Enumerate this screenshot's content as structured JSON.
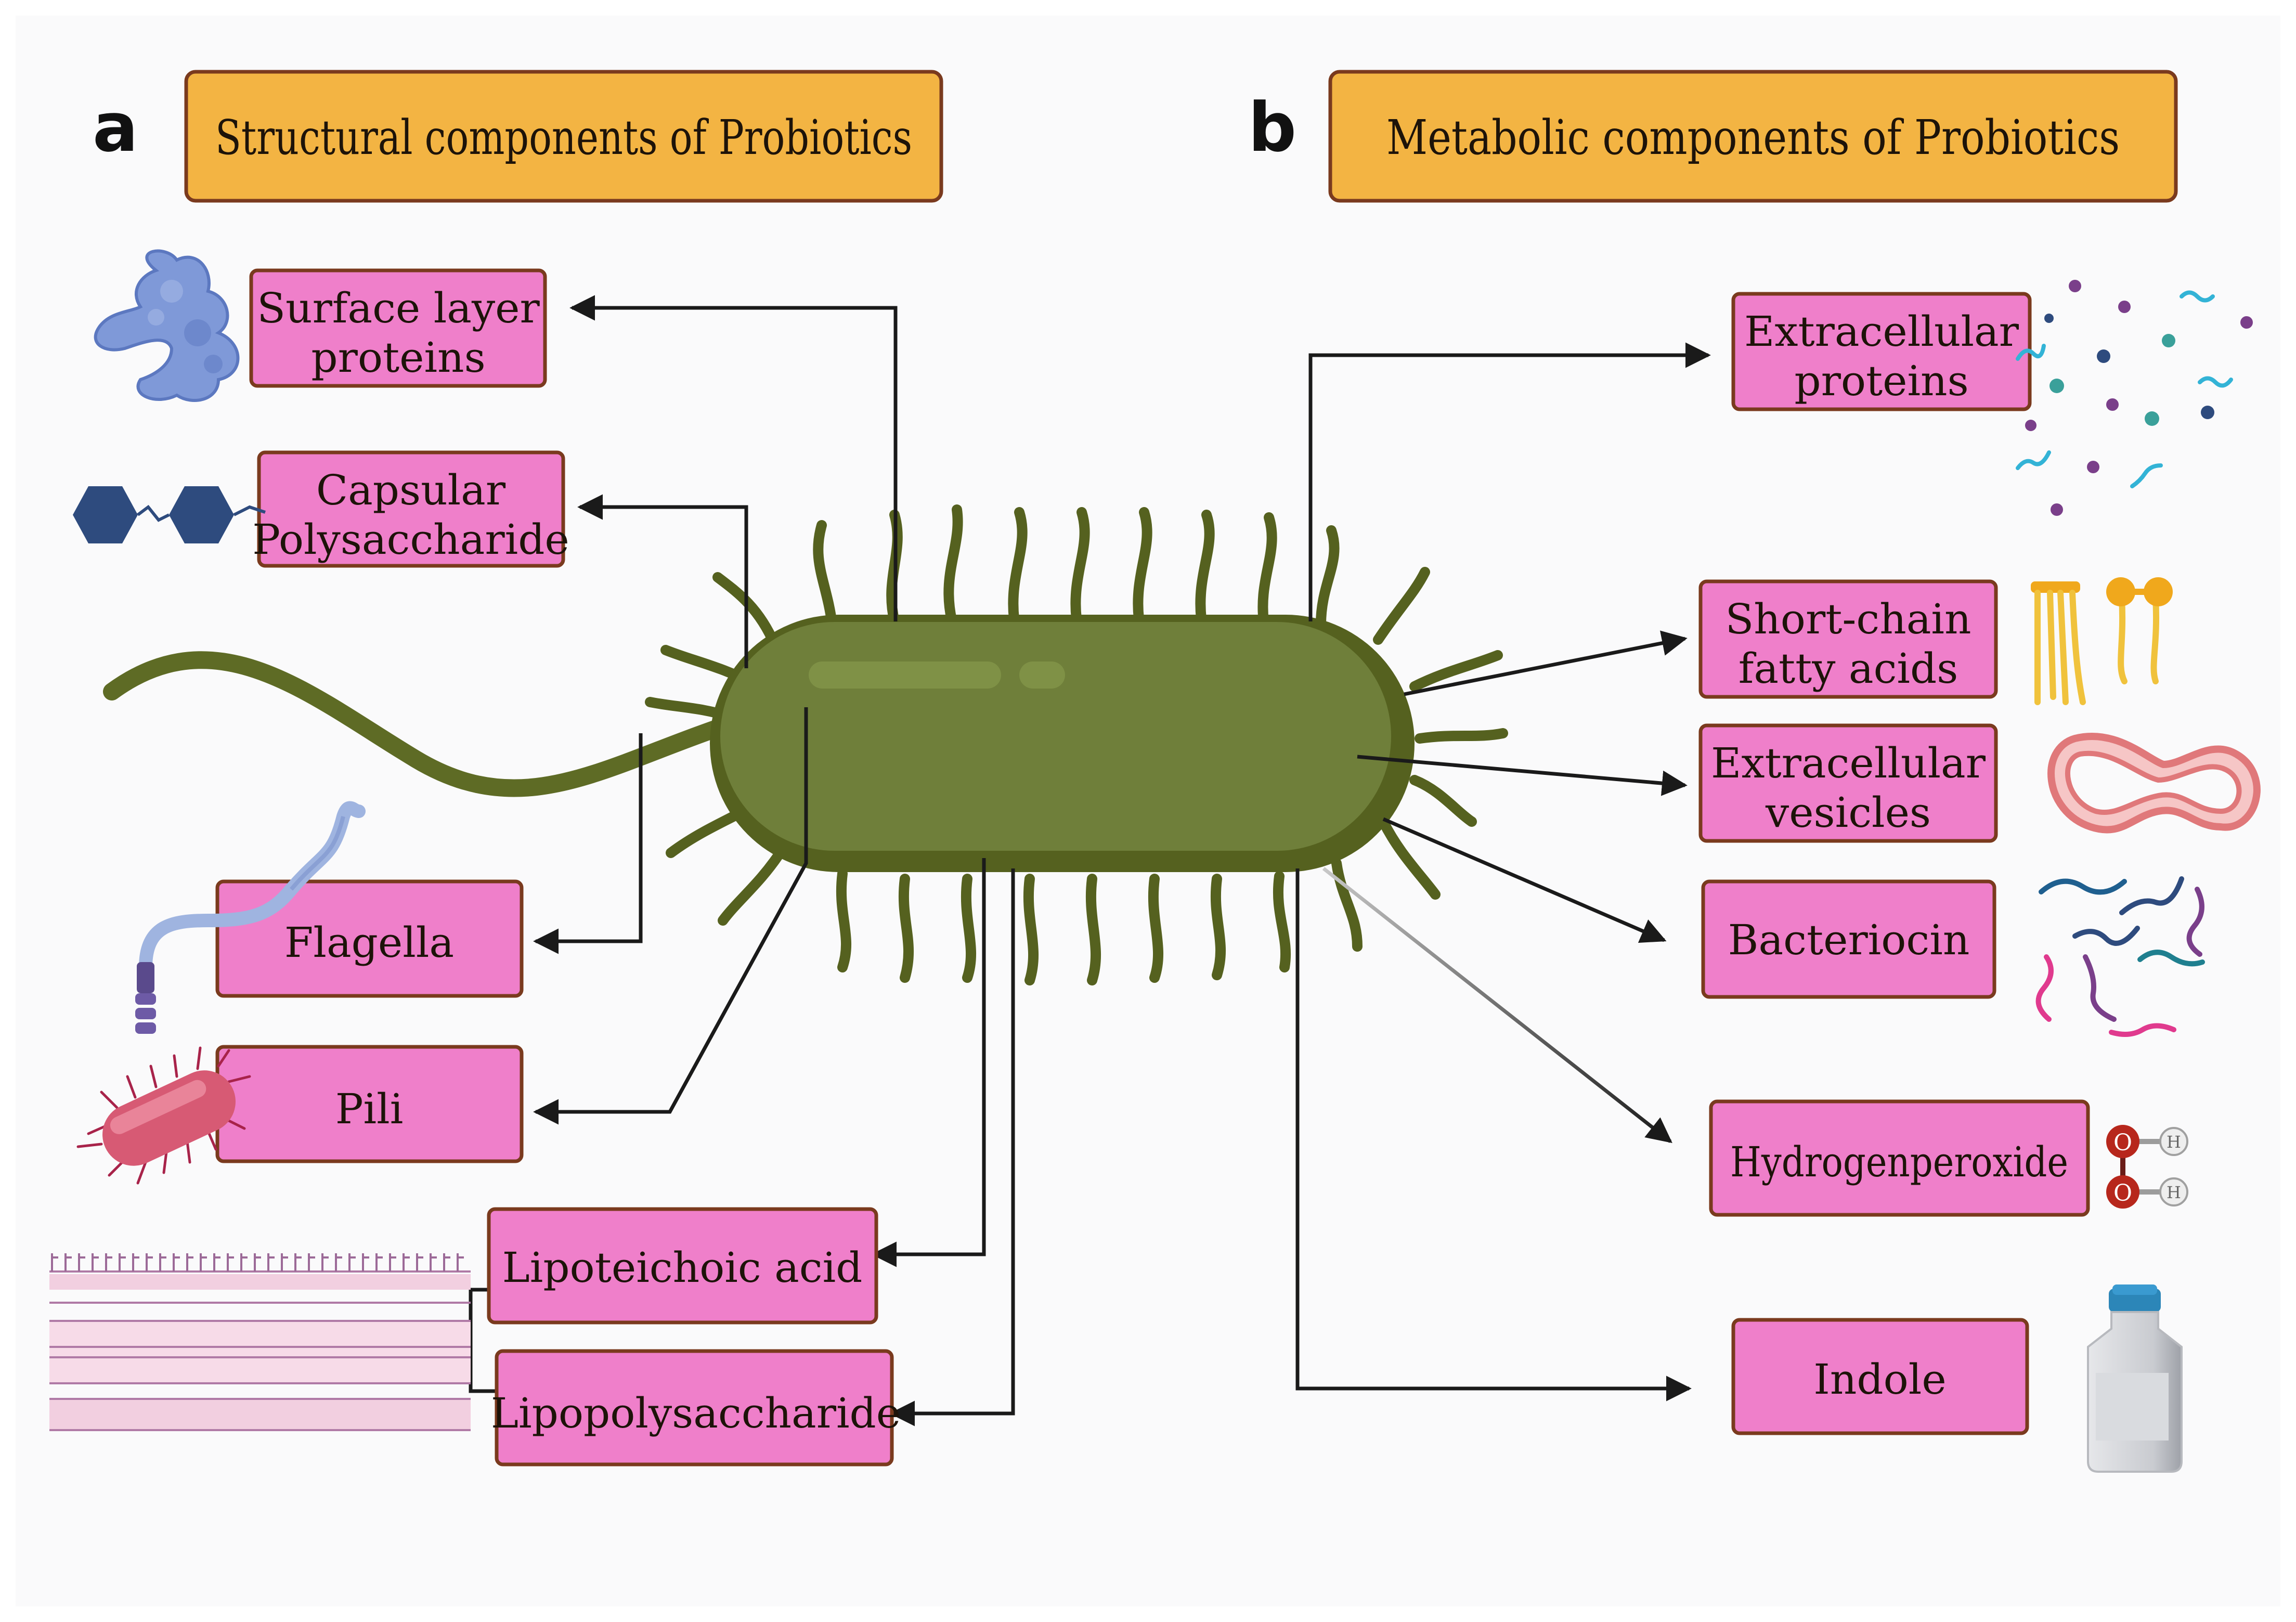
{
  "panels": {
    "a": {
      "letter": "a",
      "title": "Structural components of Probiotics"
    },
    "b": {
      "letter": "b",
      "title": "Metabolic components of Probiotics"
    }
  },
  "structural": [
    {
      "id": "surface-layer-proteins",
      "lines": [
        "Surface layer",
        "proteins"
      ]
    },
    {
      "id": "capsular-polysaccharide",
      "lines": [
        "Capsular",
        "Polysaccharide"
      ]
    },
    {
      "id": "flagella",
      "lines": [
        "Flagella"
      ]
    },
    {
      "id": "pili",
      "lines": [
        "Pili"
      ]
    },
    {
      "id": "lipoteichoic-acid",
      "lines": [
        "Lipoteichoic acid"
      ]
    },
    {
      "id": "lipopolysaccharide",
      "lines": [
        "Lipopolysaccharide"
      ]
    }
  ],
  "metabolic": [
    {
      "id": "extracellular-proteins",
      "lines": [
        "Extracellular",
        "proteins"
      ]
    },
    {
      "id": "short-chain-fatty-acids",
      "lines": [
        "Short-chain",
        "fatty acids"
      ]
    },
    {
      "id": "extracellular-vesicles",
      "lines": [
        "Extracellular",
        "vesicles"
      ]
    },
    {
      "id": "bacteriocin",
      "lines": [
        "Bacteriocin"
      ]
    },
    {
      "id": "hydrogenperoxide",
      "lines": [
        "Hydrogenperoxide"
      ]
    },
    {
      "id": "indole",
      "lines": [
        "Indole"
      ]
    }
  ],
  "molecule_labels": {
    "oxygen": "O",
    "hydrogen": "H"
  },
  "colors": {
    "title_box": "#f3b443",
    "label_box": "#ef7fca",
    "box_border": "#7a3a1e",
    "bacterium": "#6f7f3a",
    "bacterium_dark": "#55611f",
    "arrow": "#1a1a1a"
  },
  "icons": {
    "surface-layer-proteins": "protein-blob-icon",
    "capsular-polysaccharide": "hexagon-chain-icon",
    "flagella": "flagellum-motor-icon",
    "pili": "piliated-bacterium-icon",
    "membrane": "cell-wall-membrane-icon",
    "extracellular-proteins": "scattered-molecules-icon",
    "short-chain-fatty-acids": "lipid-icon",
    "extracellular-vesicles": "vesicle-icon",
    "bacteriocin": "peptide-strands-icon",
    "hydrogenperoxide": "h2o2-molecule-icon",
    "indole": "bottle-icon"
  }
}
